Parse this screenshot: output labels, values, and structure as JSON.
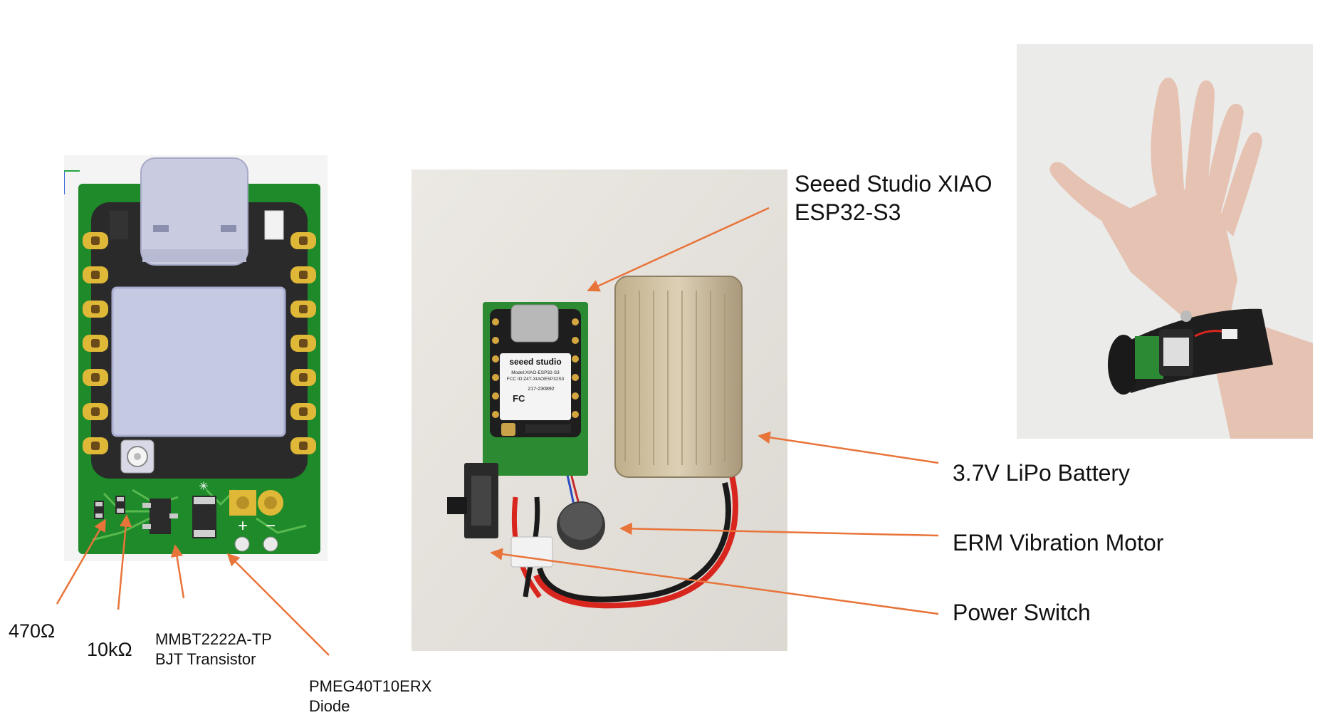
{
  "pcb": {
    "pad_plus": "+",
    "pad_minus": "−"
  },
  "labels": {
    "xiao": "Seeed Studio XIAO\nESP32-S3",
    "battery": "3.7V LiPo Battery",
    "motor": "ERM Vibration Motor",
    "switch": "Power Switch",
    "r470": "470Ω",
    "r10k": "10kΩ",
    "transistor": "MMBT2222A-TP\nBJT Transistor",
    "diode": "PMEG40T10ERX\nDiode"
  },
  "module": {
    "brand": "seeed studio",
    "model": "Model:XIAO-ESP32-S3",
    "fcc": "FCC ID:Z4T-XIAOESP32S3",
    "code": "217-230892",
    "fc": "FC"
  },
  "colors": {
    "arrow": "#e8743a",
    "pcb_green": "#1f8a2a",
    "pad_gold": "#e0b838",
    "wire_red": "#d8251e"
  }
}
